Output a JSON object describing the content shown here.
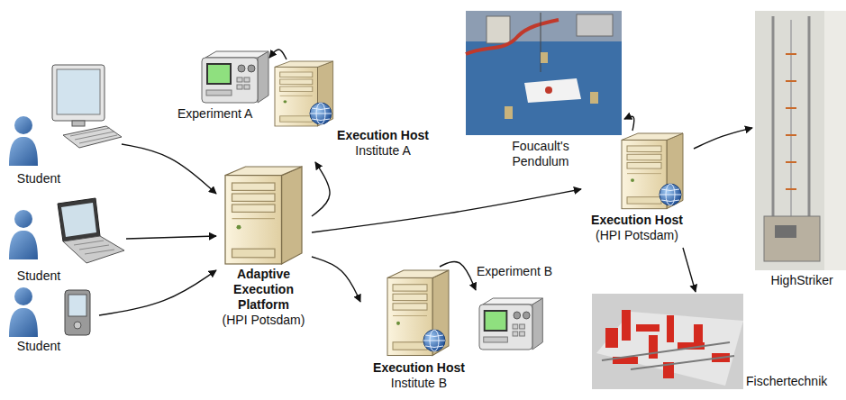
{
  "diagram": {
    "nodes": [
      {
        "text": [
          "Student"
        ]
      },
      {
        "text": [
          "Student"
        ]
      },
      {
        "text": [
          "Student"
        ]
      },
      {
        "text": [
          "Adaptive Execution Platform",
          "(HPI Potsdam)"
        ]
      },
      {
        "text": [
          "Experiment A"
        ]
      },
      {
        "text": [
          "Execution Host",
          "Institute A"
        ]
      },
      {
        "text": [
          "Foucault's Pendulum"
        ]
      },
      {
        "text": [
          "Execution Host",
          "(HPI Potsdam)"
        ]
      },
      {
        "text": [
          "HighStriker"
        ]
      },
      {
        "text": [
          "Execution Host",
          "Institute B"
        ]
      },
      {
        "text": [
          "Experiment B"
        ]
      },
      {
        "text": [
          "Fischertechnik"
        ]
      }
    ],
    "edges": [
      {
        "from": 0,
        "to": 3,
        "arrow": "to"
      },
      {
        "from": 1,
        "to": 3,
        "arrow": "to"
      },
      {
        "from": 2,
        "to": 3,
        "arrow": "to"
      },
      {
        "from": 3,
        "to": 5,
        "arrow": "to"
      },
      {
        "from": 3,
        "to": 7,
        "arrow": "to"
      },
      {
        "from": 3,
        "to": 9,
        "arrow": "to"
      },
      {
        "from": 5,
        "to": 4,
        "arrow": "to"
      },
      {
        "from": 7,
        "to": 6,
        "arrow": "to"
      },
      {
        "from": 7,
        "to": 8,
        "arrow": "to"
      },
      {
        "from": 7,
        "to": 11,
        "arrow": "to"
      },
      {
        "from": 9,
        "to": 10,
        "arrow": "to"
      }
    ]
  }
}
